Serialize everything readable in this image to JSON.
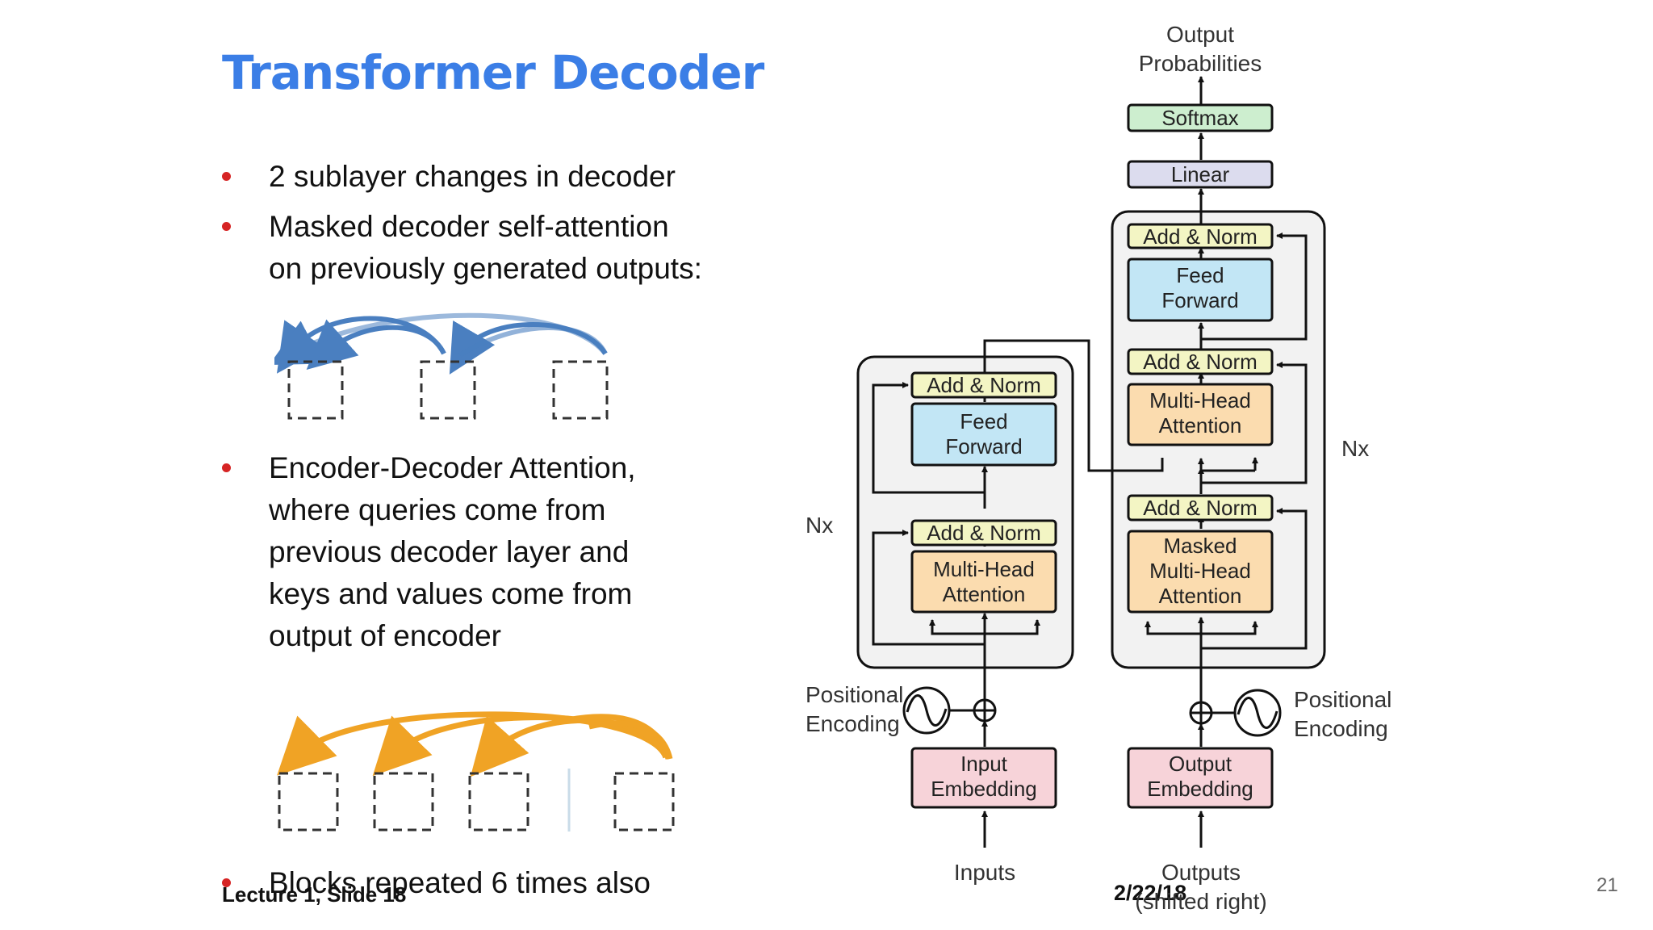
{
  "slide": {
    "title": "Transformer Decoder",
    "bullets": [
      {
        "lines": [
          "2 sublayer changes in decoder"
        ]
      },
      {
        "lines": [
          "Masked decoder self-attention",
          "on previously generated outputs:"
        ]
      },
      {
        "lines": [
          "Encoder-Decoder Attention,",
          "where queries come from",
          "previous decoder layer and",
          "keys and values come from",
          "output of encoder"
        ]
      },
      {
        "lines": [
          "Blocks repeated 6 times also"
        ]
      }
    ],
    "footer_left": "Lecture 1, Slide 18",
    "footer_date": "2/22/18",
    "page_number": "21",
    "accent_colors": {
      "title": "#3b7ee6",
      "bullet": "#d62424",
      "arrow_blue": "#4a7fc0",
      "arrow_orange": "#f0a325"
    }
  },
  "diagram": {
    "encoder": {
      "add_norm_top": "Add & Norm",
      "feed_forward": [
        "Feed",
        "Forward"
      ],
      "add_norm_bottom": "Add & Norm",
      "attention": [
        "Multi-Head",
        "Attention"
      ],
      "nx": "Nx",
      "positional_encoding": [
        "Positional",
        "Encoding"
      ],
      "embedding": [
        "Input",
        "Embedding"
      ],
      "input_label": "Inputs"
    },
    "decoder": {
      "output_label": [
        "Output",
        "Probabilities"
      ],
      "softmax": "Softmax",
      "linear": "Linear",
      "add_norm_1": "Add & Norm",
      "feed_forward": [
        "Feed",
        "Forward"
      ],
      "add_norm_2": "Add & Norm",
      "cross_attention": [
        "Multi-Head",
        "Attention"
      ],
      "add_norm_3": "Add & Norm",
      "masked_attention": [
        "Masked",
        "Multi-Head",
        "Attention"
      ],
      "nx": "Nx",
      "positional_encoding": [
        "Positional",
        "Encoding"
      ],
      "embedding": [
        "Output",
        "Embedding"
      ],
      "input_label": [
        "Outputs",
        "(shifted right)"
      ]
    },
    "colors": {
      "add_norm": "#f3f5c4",
      "feed_forward": "#c2e6f5",
      "attention": "#fbdcaf",
      "embedding": "#f7d3d9",
      "softmax": "#cdeecf",
      "linear": "#dcdcee",
      "stack_bg": "#f2f2f2"
    }
  }
}
